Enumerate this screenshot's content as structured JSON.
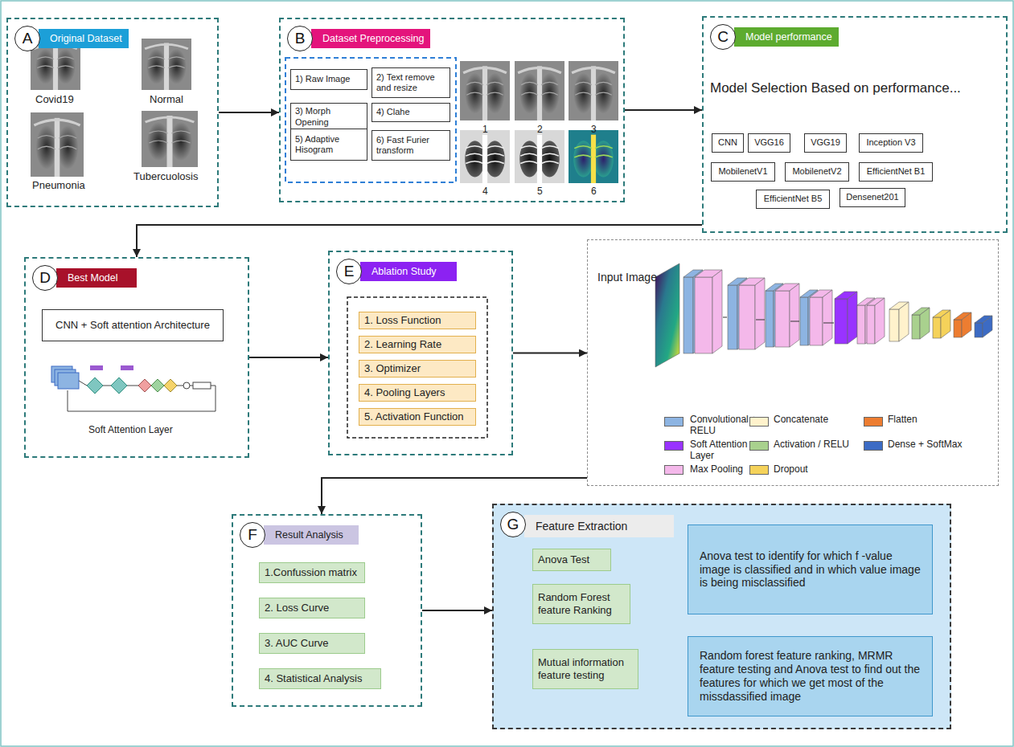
{
  "diagram": {
    "nodes": [
      {
        "text": [
          "A",
          "Original Dataset"
        ]
      },
      {
        "text": [
          "B",
          "Dataset Preprocessing"
        ]
      },
      {
        "text": [
          "1) Raw Image"
        ],
        "in": 1
      },
      {
        "text": [
          "2) Text remove and resize"
        ],
        "in": 1
      },
      {
        "text": [
          "3) Morph Opening"
        ],
        "in": 1
      },
      {
        "text": [
          "4) Clahe"
        ],
        "in": 1
      },
      {
        "text": [
          "5) Adaptive Hisogram"
        ],
        "in": 1
      },
      {
        "text": [
          "6) Fast Furier transform"
        ],
        "in": 1
      },
      {
        "text": [
          "C",
          "Model performance"
        ]
      },
      {
        "text": [
          "CNN"
        ],
        "in": 8
      },
      {
        "text": [
          "VGG16"
        ],
        "in": 8
      },
      {
        "text": [
          "VGG19"
        ],
        "in": 8
      },
      {
        "text": [
          "Inception V3"
        ],
        "in": 8
      },
      {
        "text": [
          "MobilenetV1"
        ],
        "in": 8
      },
      {
        "text": [
          "MobilenetV2"
        ],
        "in": 8
      },
      {
        "text": [
          "EfficientNet B1"
        ],
        "in": 8
      },
      {
        "text": [
          "EfficientNet B5"
        ],
        "in": 8
      },
      {
        "text": [
          "Densenet201"
        ],
        "in": 8
      },
      {
        "text": [
          "D",
          "Best Model"
        ]
      },
      {
        "text": [
          "CNN + Soft attention Architecture"
        ],
        "in": 18
      },
      {
        "text": [
          "E",
          "Ablation Study"
        ]
      },
      {
        "text": [
          "1. Loss Function"
        ],
        "in": 20
      },
      {
        "text": [
          "2. Learning Rate"
        ],
        "in": 20
      },
      {
        "text": [
          "3. Optimizer"
        ],
        "in": 20
      },
      {
        "text": [
          "4. Pooling Layers"
        ],
        "in": 20
      },
      {
        "text": [
          "5. Activation Function"
        ],
        "in": 20
      },
      {
        "text": [
          "Input Image"
        ]
      },
      {
        "text": [
          "F",
          "Result Analysis"
        ]
      },
      {
        "text": [
          "1.Confussion matrix"
        ],
        "in": 27
      },
      {
        "text": [
          "2. Loss Curve"
        ],
        "in": 27
      },
      {
        "text": [
          "3. AUC Curve"
        ],
        "in": 27
      },
      {
        "text": [
          "4. Statistical Analysis"
        ],
        "in": 27
      },
      {
        "text": [
          "G",
          "Feature Extraction"
        ]
      },
      {
        "text": [
          "Anova Test"
        ],
        "in": 32
      },
      {
        "text": [
          "Random Forest feature Ranking"
        ],
        "in": 32
      },
      {
        "text": [
          "Mutual information feature testing"
        ],
        "in": 32
      },
      {
        "text": [
          "Anova test to identify for which f -value image is classified and in which value image is being misclassified"
        ],
        "in": 32
      },
      {
        "text": [
          "Random forest feature ranking, MRMR feature testing and Anova test to find out the features for which we get most of the missdassified image"
        ],
        "in": 32
      }
    ],
    "edges": [
      {
        "from": 0,
        "to": 1,
        "arrow": "to"
      },
      {
        "from": 1,
        "to": 8,
        "arrow": "to"
      },
      {
        "from": 8,
        "to": 18,
        "arrow": "to"
      },
      {
        "from": 18,
        "to": 20,
        "arrow": "to"
      },
      {
        "from": 20,
        "to": 26,
        "arrow": "to"
      },
      {
        "from": 26,
        "to": 27,
        "arrow": "to"
      },
      {
        "from": 27,
        "to": 32,
        "arrow": "to"
      }
    ],
    "labels": [
      "Covid19",
      "Normal",
      "Pneumonia",
      "Tubercuolosis",
      "1",
      "2",
      "3",
      "4",
      "5",
      "6",
      "Model Selection Based on performance...",
      "Soft Attention Layer"
    ],
    "legend": [
      {
        "text": "Convolutional + RELU",
        "color": "#8db4e2"
      },
      {
        "text": "Soft Attention Layer",
        "color": "#9933ff"
      },
      {
        "text": "Max Pooling",
        "color": "#f4b8ea"
      },
      {
        "text": "Concatenate",
        "color": "#fff2cc"
      },
      {
        "text": "Activation / RELU",
        "color": "#a9d18e"
      },
      {
        "text": "Dropout",
        "color": "#f5d25a"
      },
      {
        "text": "Flatten",
        "color": "#ed7d31"
      },
      {
        "text": "Dense + SoftMax",
        "color": "#3c6bc4"
      }
    ]
  }
}
